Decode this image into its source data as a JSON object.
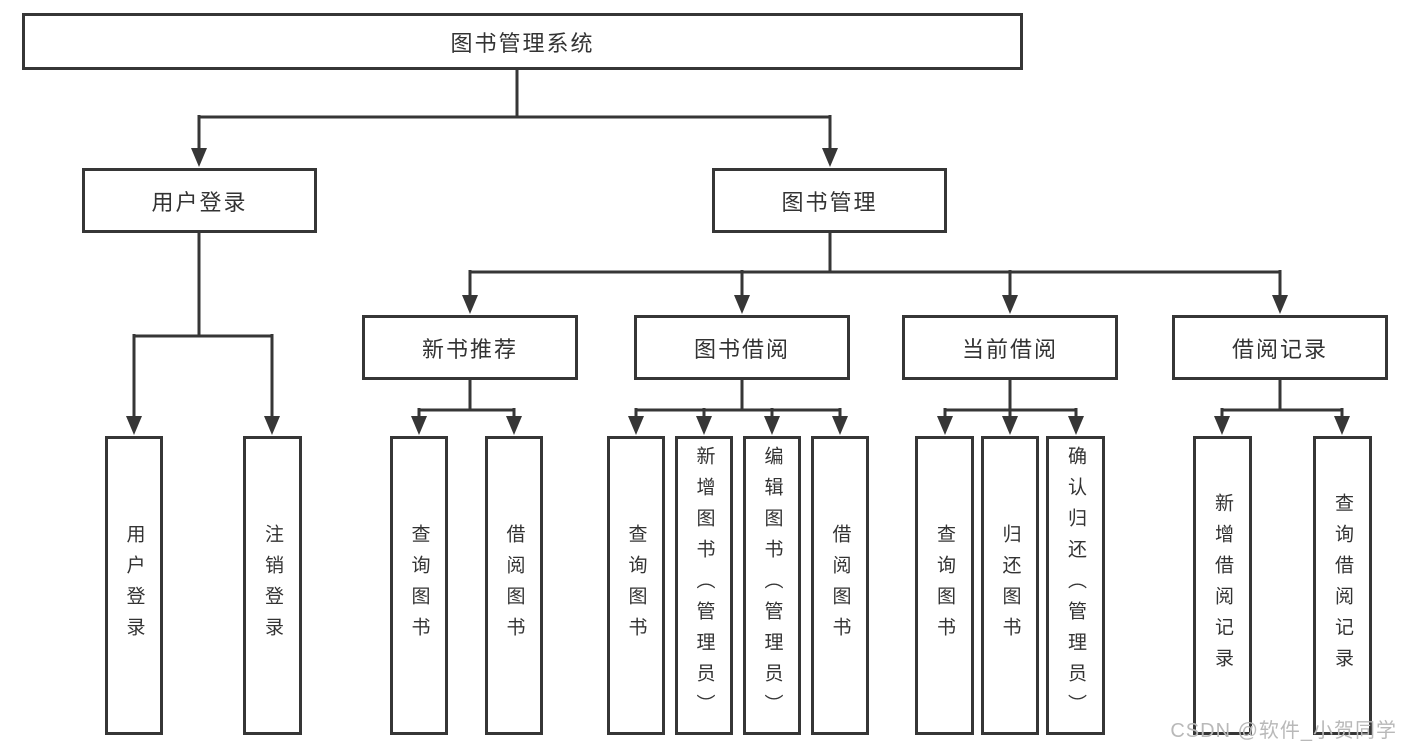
{
  "diagram": {
    "root": {
      "label": "图书管理系统"
    },
    "level2": [
      {
        "label": "用户登录"
      },
      {
        "label": "图书管理"
      }
    ],
    "level3": [
      {
        "label": "新书推荐"
      },
      {
        "label": "图书借阅"
      },
      {
        "label": "当前借阅"
      },
      {
        "label": "借阅记录"
      }
    ],
    "leaves": [
      {
        "label": "用户登录"
      },
      {
        "label": "注销登录"
      },
      {
        "label": "查询图书"
      },
      {
        "label": "借阅图书"
      },
      {
        "label": "查询图书"
      },
      {
        "label": "新增图书（管理员）"
      },
      {
        "label": "编辑图书（管理员）"
      },
      {
        "label": "借阅图书"
      },
      {
        "label": "查询图书"
      },
      {
        "label": "归还图书"
      },
      {
        "label": "确认归还（管理员）"
      },
      {
        "label": "新增借阅记录"
      },
      {
        "label": "查询借阅记录"
      }
    ]
  },
  "watermark": {
    "text": "CSDN @软件_小贺同学"
  },
  "colors": {
    "line": "#363636",
    "text": "#333333",
    "watermark": "#b9b9b9",
    "background": "#ffffff"
  }
}
